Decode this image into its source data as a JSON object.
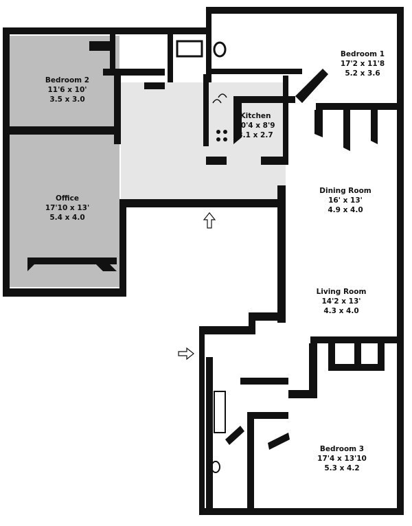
{
  "rooms": [
    {
      "name": "Bedroom 1",
      "imperial": "17'2 x 11'8",
      "metric": "5.2 x 3.6"
    },
    {
      "name": "Bedroom 2",
      "imperial": "11'6 x 10'",
      "metric": "3.5 x 3.0"
    },
    {
      "name": "Kitchen",
      "imperial": "10'4 x 8'9",
      "metric": "3.1 x 2.7"
    },
    {
      "name": "Office",
      "imperial": "17'10 x 13'",
      "metric": "5.4 x 4.0"
    },
    {
      "name": "Dining Room",
      "imperial": "16' x 13'",
      "metric": "4.9 x 4.0"
    },
    {
      "name": "Living Room",
      "imperial": "14'2 x 13'",
      "metric": "4.3 x 4.0"
    },
    {
      "name": "Bedroom 3",
      "imperial": "17'4 x 13'10",
      "metric": "5.3 x 4.2"
    }
  ],
  "colors": {
    "wall": "#111111",
    "shaded": "#bdbdbd"
  }
}
